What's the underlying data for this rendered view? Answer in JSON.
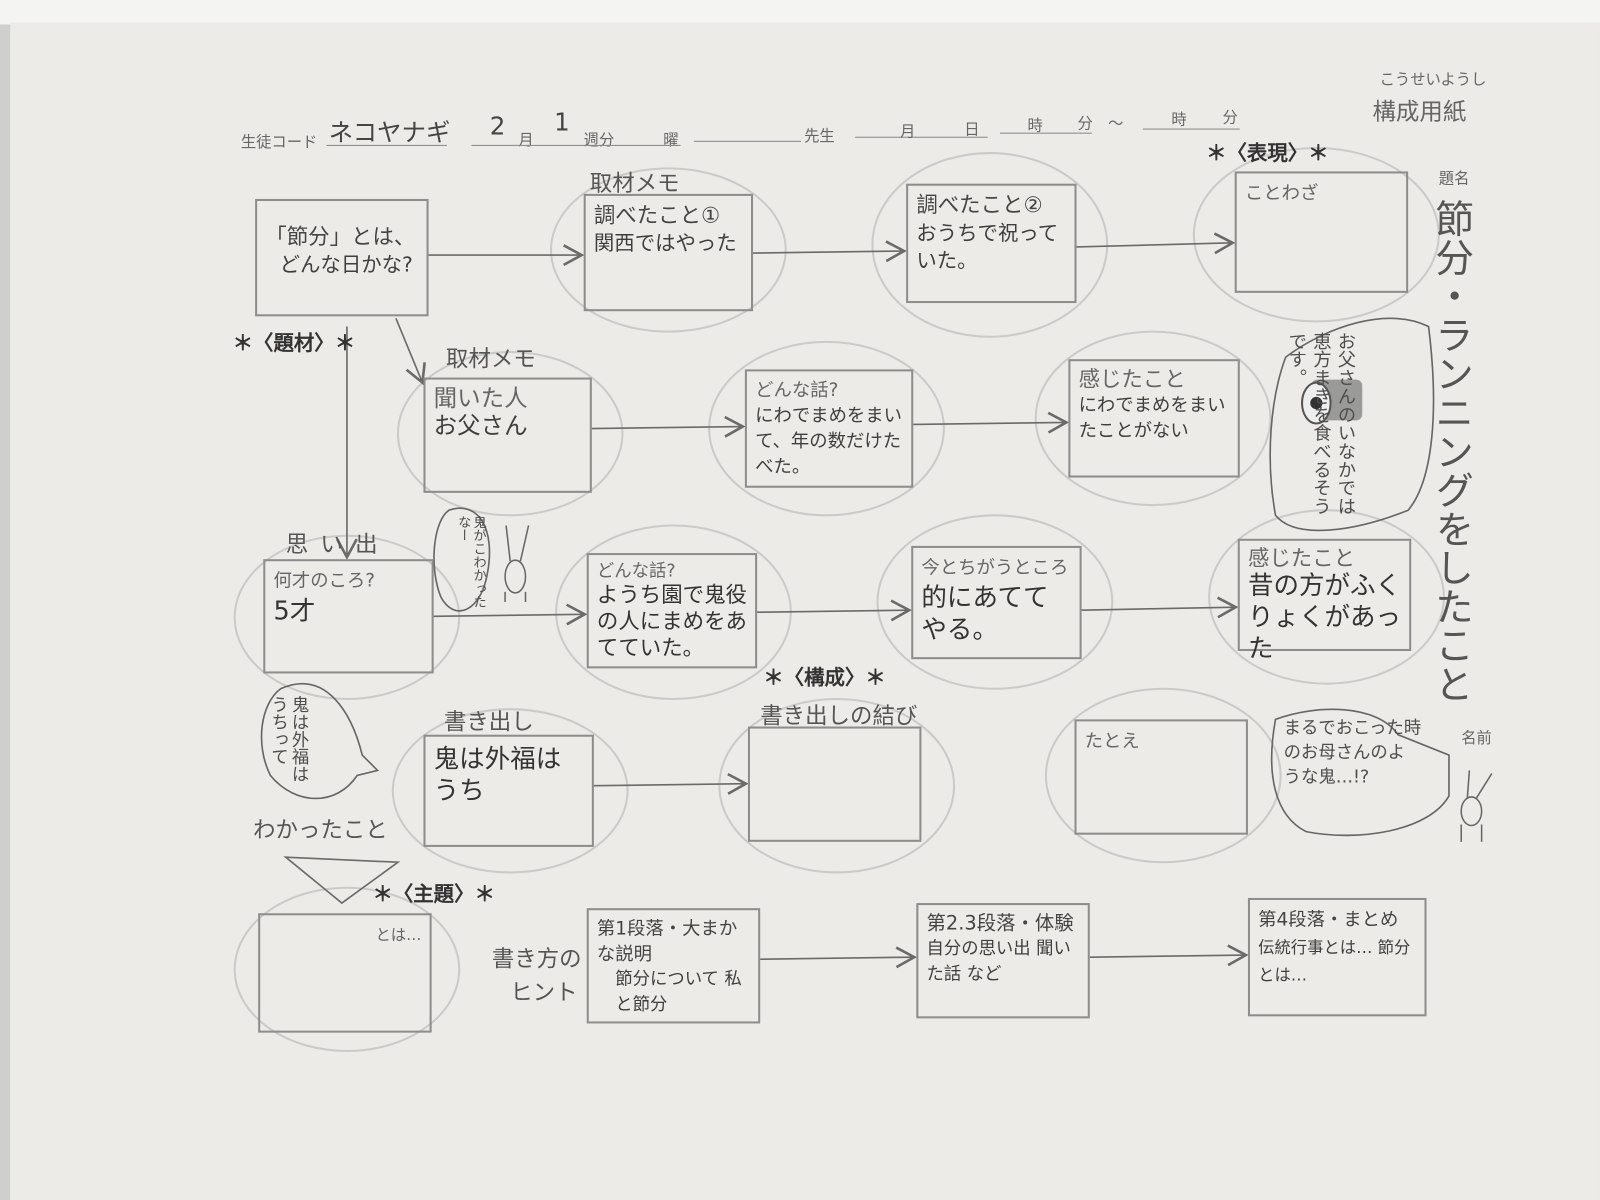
{
  "header": {
    "student_code_label": "生徒コード",
    "student_code_value": "ネコヤナギ",
    "month_value": "2",
    "month_label": "月",
    "week_value": "1",
    "week_label": "週分",
    "weekday_label": "曜",
    "teacher_label": "先生",
    "date_month_label": "月",
    "date_day_label": "日",
    "hour_label": "時",
    "minute_label": "分",
    "tilde": "～",
    "hour_label2": "時",
    "minute_label2": "分",
    "sheet_title_ruby": "こうせいようし",
    "sheet_title": "構成用紙",
    "title_field_label": "題名",
    "name_field_label": "名前"
  },
  "essay_title": "節分・ランニングをしたこと",
  "section_markers": {
    "theme_material": "＊〈題材〉＊",
    "expression": "＊〈表現〉＊",
    "structure": "＊〈構成〉＊",
    "subject": "＊〈主題〉＊"
  },
  "labels": {
    "interview_memo_1": "取材メモ",
    "interview_memo_2": "取材メモ",
    "memory": "思い出",
    "learned": "わかったこと",
    "opening": "書き出し",
    "opening_close": "書き出しの結び",
    "writing_hint_1": "書き方の",
    "writing_hint_2": "ヒント"
  },
  "boxes": [
    {
      "head": "「節分」とは、",
      "body": "どんな日かな?"
    },
    {
      "head": "調べたこと①",
      "body": "関西ではやった"
    },
    {
      "head": "調べたこと②",
      "body": "おうちで祝っていた。"
    },
    {
      "head": "ことわざ",
      "body": ""
    },
    {
      "head": "聞いた人",
      "body": "お父さん"
    },
    {
      "head": "どんな話?",
      "body": "にわでまめをまいて、年の数だけたべた。"
    },
    {
      "head": "感じたこと",
      "body": "にわでまめをまいたことがない"
    },
    {
      "head": "何才のころ?",
      "body": "5才"
    },
    {
      "head": "どんな話?",
      "body": "ようち園で鬼役の人にまめをあてていた。"
    },
    {
      "head": "今とちがうところ",
      "body": "的にあててやる。"
    },
    {
      "head": "感じたこと",
      "body": "昔の方がふくりょくがあった"
    },
    {
      "head": "",
      "body": "鬼は外福は うち"
    },
    {
      "head": "",
      "body": ""
    },
    {
      "head": "たとえ",
      "body": ""
    },
    {
      "head": "とは…",
      "body": ""
    },
    {
      "head": "第1段落・大まかな説明",
      "body": "節分について 私と節分"
    },
    {
      "head": "第2.3段落・体験",
      "body": "自分の思い出 聞いた話 など"
    },
    {
      "head": "第4段落・まとめ",
      "body": "伝統行事とは… 節分とは…"
    }
  ],
  "bubbles": {
    "scared": "鬼がこわかったなー",
    "oni_wa_soto": "鬼は外福はうちって",
    "ehomaki": "お父さんのいなかでは恵方まきを食べるそうです。",
    "like_mother": "まるでおこった時のお母さんのような鬼…!?"
  },
  "colors": {
    "paper": "#ecebe8",
    "pencil": "#4a4a48",
    "cloud": "#c9c9c7"
  }
}
